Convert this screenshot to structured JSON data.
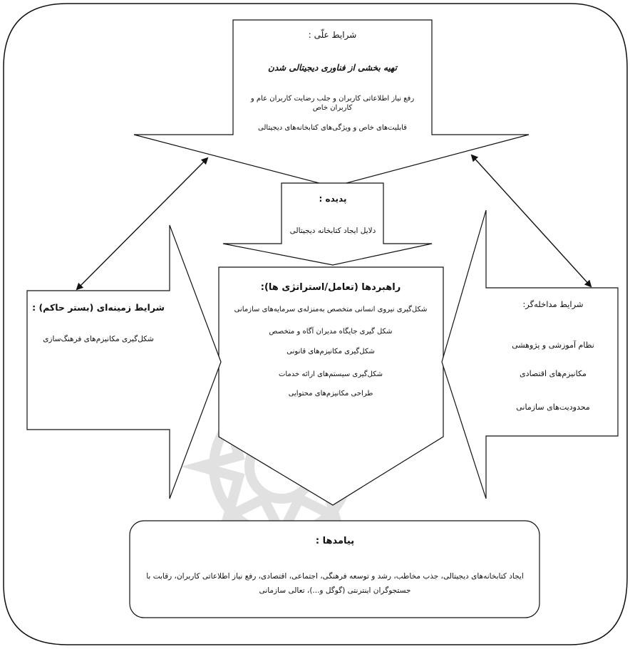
{
  "causal": {
    "heading": "شرایط علّی :",
    "subheading": "تهیه بخشی از فناوری دیجیتالی شدن",
    "items": [
      "رفع نیاز اطلاعاتی کاربران و جلب رضایت کاربران عام و کاربران خاص",
      "قابلیت‌های خاص و ویژگی‌های کتابخانه‌های دیجیتالی"
    ]
  },
  "phenomenon": {
    "heading": "پدیده :",
    "text": "دلایل ایجاد کتابخانه دیجیتالی"
  },
  "strategies": {
    "heading": "راهبردها (تعامل/استراتژی ها):",
    "items": [
      "شکل‌گیری نیروی انسانی متخصص به‌منزله‌ی سرمایه‌های سازمانی",
      "شکل گیری جایگاه مدیران آگاه و متخصص",
      "شکل‌گیری مکانیزم‌های قانونی",
      "شکل‌گیری سیستم‌های ارائه خدمات",
      "طراحی مکانیزم‌های محتوایی"
    ]
  },
  "context": {
    "heading": "شرایط زمینه‌ای (بستر حاکم) :",
    "text": "شکل‌گیری مکانیزم‌های فرهنگ‌سازی"
  },
  "intervening": {
    "heading": "شرایط مداخله‌گر:",
    "items": [
      "نظام آموزشی و پژوهشی",
      "مکانیزم‌های اقتصادی",
      "محدودیت‌های سازمانی"
    ]
  },
  "consequences": {
    "heading": "پیامدها :",
    "text": "ایجاد کتابخانه‌های دیجیتالی، جذب مخاطب، رشد و توسعه فرهنگی، اجتماعی، اقتصادی، رفع نیاز اطلاعاتی کاربران، رقابت با جستجوگران اینترنتی (گوگل و...)، تعالی سازمانی"
  },
  "colors": {
    "line": "#111111",
    "watermark": "#dedede"
  },
  "icons": {
    "watermark": "decorative-rosette-watermark-icon",
    "arrowhead": "arrowhead-icon"
  }
}
